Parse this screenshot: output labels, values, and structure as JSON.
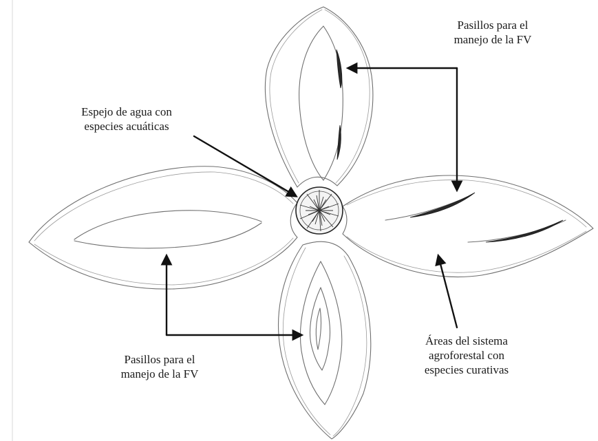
{
  "labels": {
    "top_right": [
      "Pasillos para el",
      "manejo de la FV"
    ],
    "center": [
      "Espejo de agua con",
      "especies acuáticas"
    ],
    "bottom_left": [
      "Pasillos para el",
      "manejo de la FV"
    ],
    "bottom_right": [
      "Áreas del sistema",
      "agroforestal con",
      "especies curativas"
    ]
  },
  "colors": {
    "ink": "#1a1a1a",
    "sketch": "#6e6e6e"
  }
}
